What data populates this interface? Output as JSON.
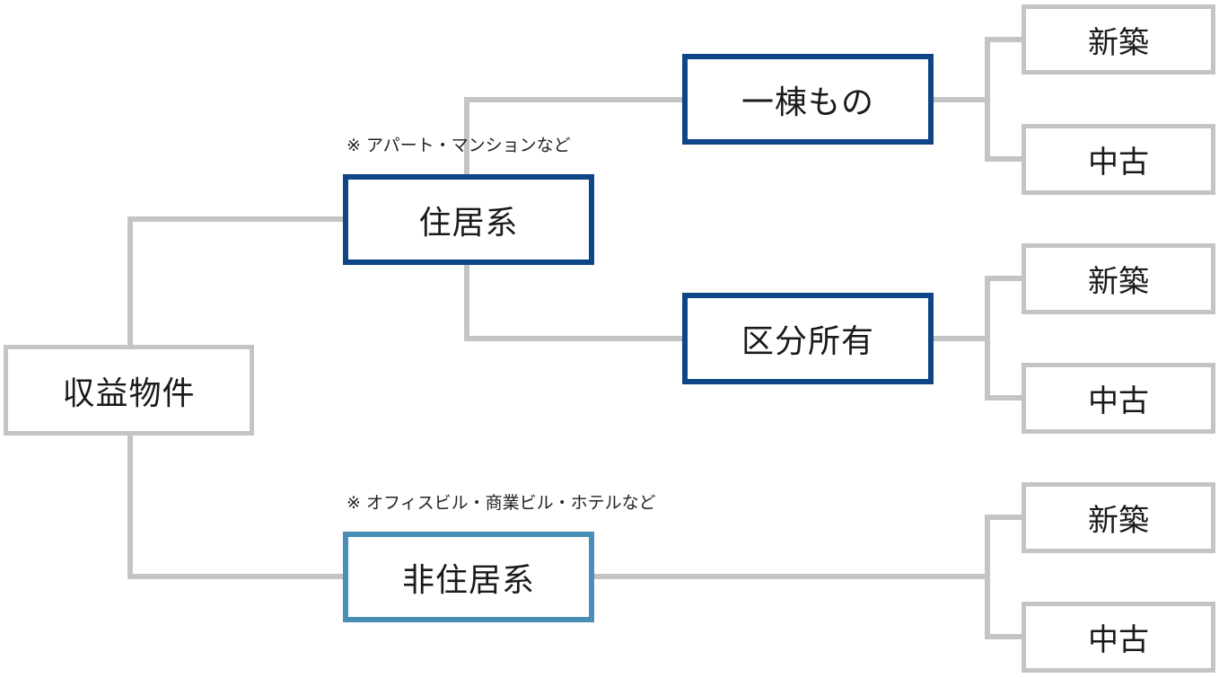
{
  "colors": {
    "line": "#c4c4c4",
    "navy": "#0d4586",
    "teal": "#4a8db7"
  },
  "root": {
    "label": "収益物件"
  },
  "residential": {
    "label": "住居系",
    "note": "※ アパート・マンションなど",
    "whole": {
      "label": "一棟もの",
      "new": "新築",
      "used": "中古"
    },
    "unit": {
      "label": "区分所有",
      "new": "新築",
      "used": "中古"
    }
  },
  "nonresidential": {
    "label": "非住居系",
    "note": "※ オフィスビル・商業ビル・ホテルなど",
    "new": "新築",
    "used": "中古"
  }
}
